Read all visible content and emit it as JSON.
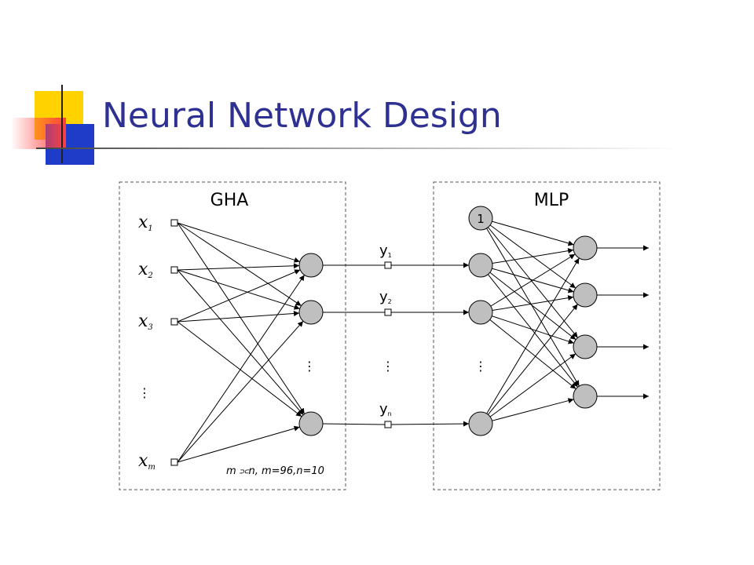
{
  "slide": {
    "title": "Neural Network Design"
  },
  "colors": {
    "title": "#2e3192",
    "yellow": "#ffd200",
    "red": "#ff4040",
    "blue": "#1f3cc8",
    "node_fill": "#bfbfbf"
  },
  "gha": {
    "label": "GHA",
    "inputs": [
      {
        "base": "x",
        "sub": "1"
      },
      {
        "base": "x",
        "sub": "2"
      },
      {
        "base": "x",
        "sub": "3"
      },
      {
        "base": "x",
        "sub": "m"
      }
    ],
    "note": "m ⫗n, m=96,n=10",
    "ellipsis": "⋮"
  },
  "outputs": [
    {
      "base": "y",
      "sub": "1"
    },
    {
      "base": "y",
      "sub": "2"
    },
    {
      "base": "y",
      "sub": "n"
    }
  ],
  "mlp": {
    "label": "MLP",
    "bias": "1"
  }
}
